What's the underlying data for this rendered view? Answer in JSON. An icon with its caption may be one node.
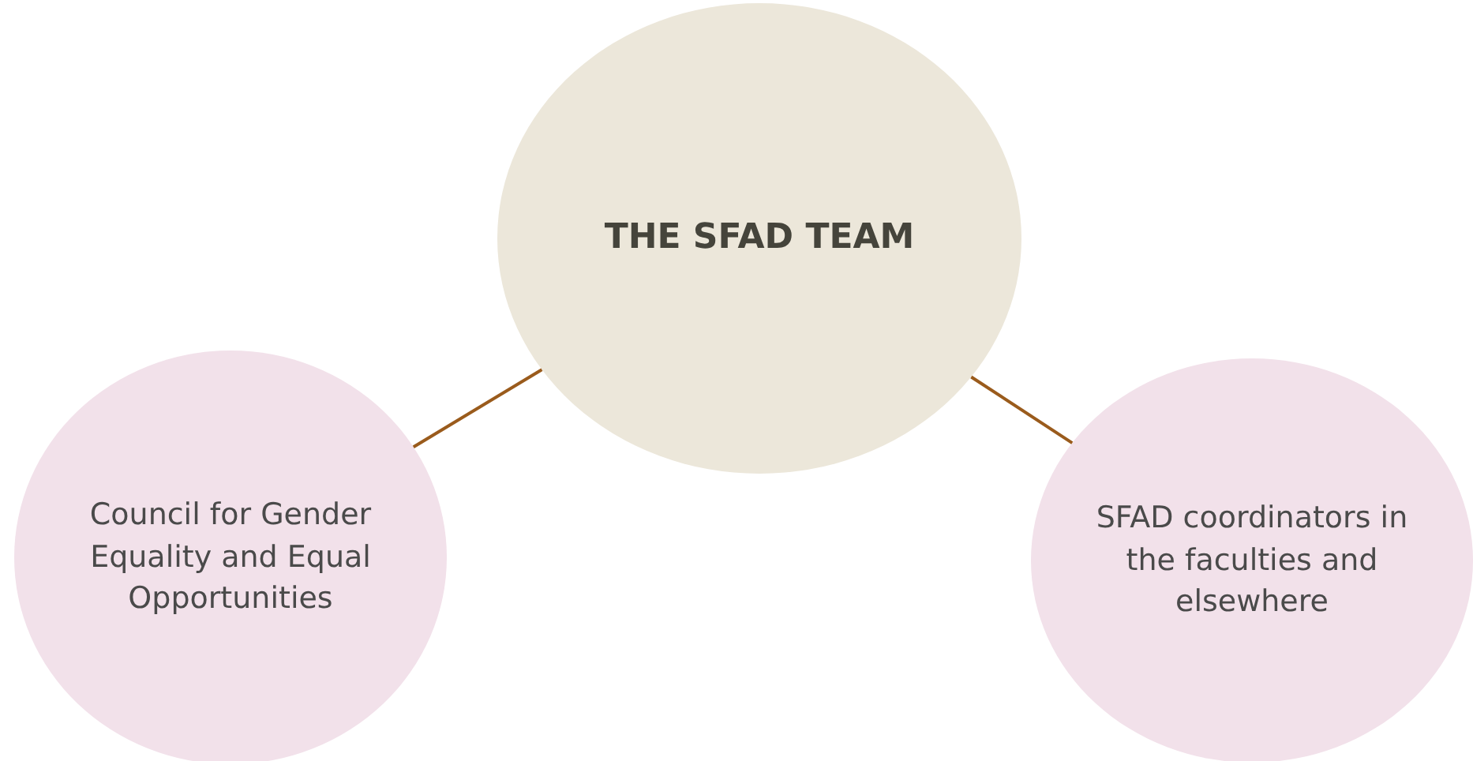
{
  "diagram": {
    "nodes": [
      {
        "text": [
          "THE SFAD TEAM"
        ]
      },
      {
        "text": [
          "Council for Gender Equality and Equal Opportunities"
        ]
      },
      {
        "text": [
          "SFAD coordinators in the faculties and elsewhere"
        ]
      }
    ],
    "edges": [
      {
        "from": 0,
        "to": 1,
        "arrow": "none"
      },
      {
        "from": 0,
        "to": 2,
        "arrow": "none"
      }
    ]
  }
}
